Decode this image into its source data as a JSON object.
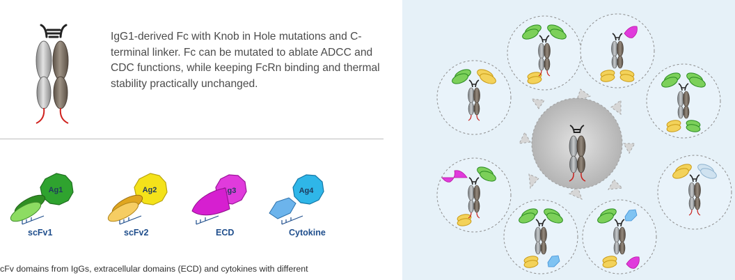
{
  "description": "IgG1-derived Fc with Knob in Hole mutations and C-terminal linker. Fc can be mutated to ablate ADCC and CDC functions, while keeping FcRn binding and thermal stability practically unchanged.",
  "domains": [
    {
      "antigen_label": "Ag1",
      "domain_label": "scFv1",
      "antigen_color": "#2fa32f",
      "domain_color": "#4cbb3a"
    },
    {
      "antigen_label": "Ag2",
      "domain_label": "scFv2",
      "antigen_color": "#f4e21a",
      "domain_color": "#f0b42a"
    },
    {
      "antigen_label": "Ag3",
      "domain_label": "ECD",
      "antigen_color": "#d61fd0",
      "domain_color": "#d61fd0"
    },
    {
      "antigen_label": "Ag4",
      "domain_label": "Cytokine",
      "antigen_color": "#2fb6e8",
      "domain_color": "#5aa7e6"
    }
  ],
  "caption": "cFv domains from IgGs, extracellular domains (ECD) and cytokines with different"
}
